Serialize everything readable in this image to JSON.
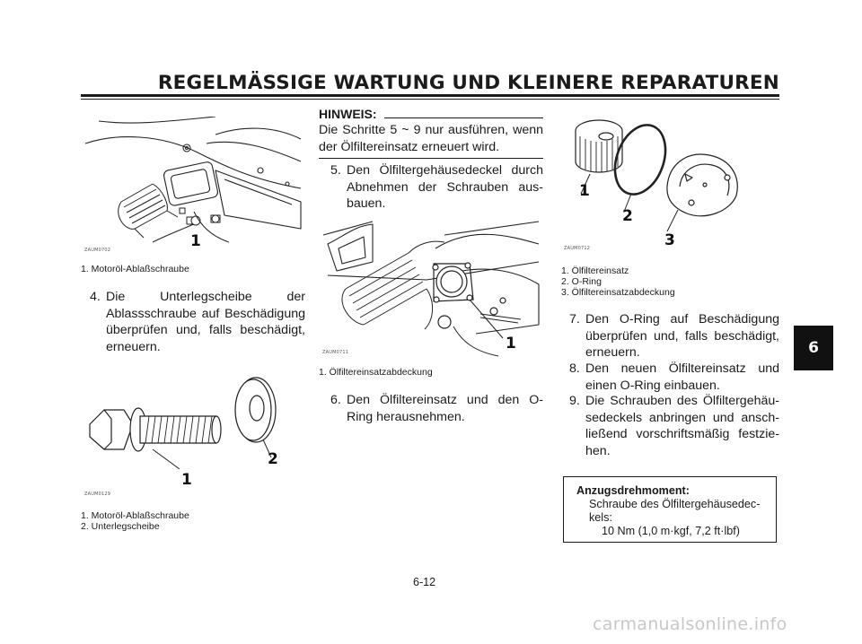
{
  "header": {
    "title": "REGELMÄSSIGE WARTUNG UND KLEINERE REPARATUREN"
  },
  "chapter_tab": "6",
  "figures": [
    {
      "code": "ZAUM0702",
      "callouts": [
        "1"
      ],
      "captions": [
        "1. Motoröl-Ablaßschraube"
      ]
    },
    {
      "code": "ZAUM0129",
      "callouts": [
        "1",
        "2"
      ],
      "captions": [
        "1. Motoröl-Ablaßschraube",
        "2. Unterlegscheibe"
      ]
    },
    {
      "code": "ZAUM0711",
      "callouts": [
        "1"
      ],
      "captions": [
        "1. Ölfiltereinsatzabdeckung"
      ]
    },
    {
      "code": "ZAUM0712",
      "callouts": [
        "1",
        "2",
        "3"
      ],
      "captions": [
        "1. Ölfiltereinsatz",
        "2. O-Ring",
        "3. Ölfiltereinsatzabdeckung"
      ]
    }
  ],
  "note": {
    "title": "HINWEIS:",
    "text": "Die Schritte 5 ~ 9 nur ausführen, wenn der Ölfiltereinsatz erneuert wird."
  },
  "steps": [
    {
      "num": "4.",
      "text": "Die Unterlegscheibe der Ablassschraube auf Beschädi­gung überprüfen und, falls beschädigt, erneuern."
    },
    {
      "num": "5.",
      "text": "Den Ölfiltergehäusedeckel durch Abnehmen der Schrauben aus­bauen."
    },
    {
      "num": "6.",
      "text": "Den Ölfiltereinsatz und den O-Ring herausnehmen."
    },
    {
      "num": "7.",
      "text": "Den O-Ring auf Beschädigung überprüfen und, falls beschädigt, erneuern."
    },
    {
      "num": "8.",
      "text": "Den neuen Ölfiltereinsatz und einen O-Ring einbauen."
    },
    {
      "num": "9.",
      "text": "Die Schrauben des Ölfiltergehäu­sedeckels anbringen und ansch­ließend vorschriftsmäßig festzie­hen."
    }
  ],
  "torque": {
    "title": "Anzugsdrehmoment:",
    "item": "Schraube des Ölfiltergehäusedec­kels:",
    "value": "10 Nm (1,0 m·kgf, 7,2 ft·lbf)"
  },
  "page_number": "6-12",
  "watermark": "carmanualsonline.info"
}
